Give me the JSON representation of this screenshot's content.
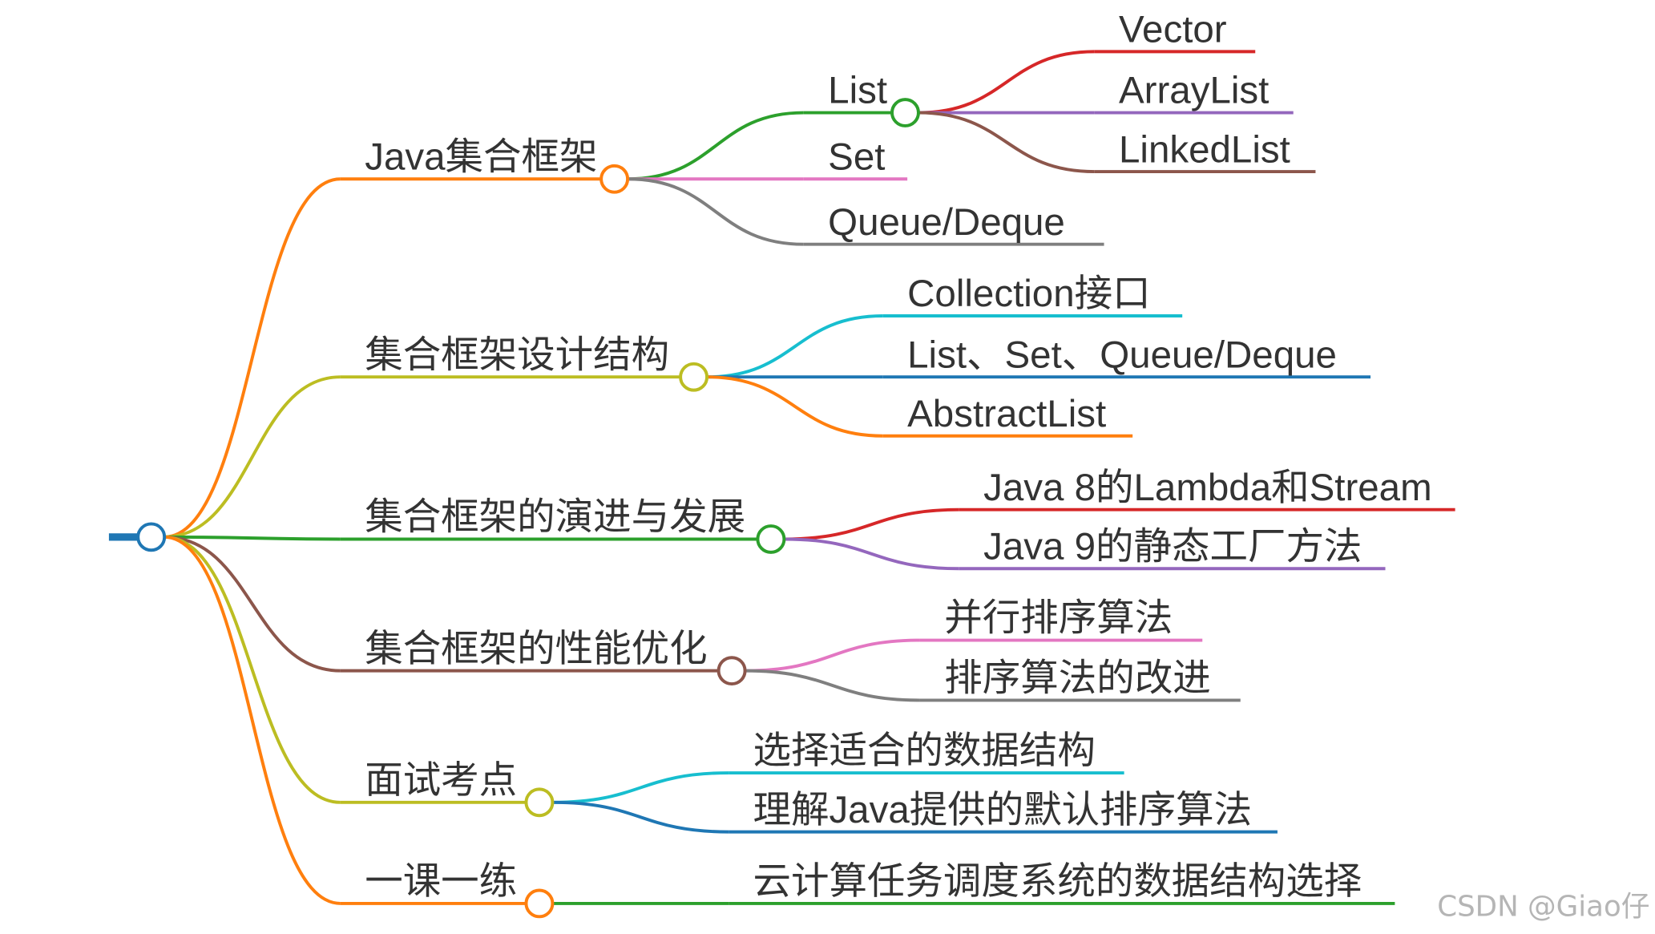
{
  "mindmap": {
    "root": {
      "color": "#1f77b4"
    },
    "branches": [
      {
        "label": "Java集合框架",
        "color": "#ff7f0e",
        "children": [
          {
            "label": "List",
            "color": "#2ca02c",
            "children": [
              {
                "label": "Vector",
                "color": "#d62728"
              },
              {
                "label": "ArrayList",
                "color": "#9467bd"
              },
              {
                "label": "LinkedList",
                "color": "#8c564b"
              }
            ]
          },
          {
            "label": "Set",
            "color": "#e377c2"
          },
          {
            "label": "Queue/Deque",
            "color": "#7f7f7f"
          }
        ]
      },
      {
        "label": "集合框架设计结构",
        "color": "#bcbd22",
        "children": [
          {
            "label": "Collection接口",
            "color": "#17becf"
          },
          {
            "label": "List、Set、Queue/Deque",
            "color": "#1f77b4"
          },
          {
            "label": "AbstractList",
            "color": "#ff7f0e"
          }
        ]
      },
      {
        "label": "集合框架的演进与发展",
        "color": "#2ca02c",
        "children": [
          {
            "label": "Java 8的Lambda和Stream",
            "color": "#d62728"
          },
          {
            "label": "Java 9的静态工厂方法",
            "color": "#9467bd"
          }
        ]
      },
      {
        "label": "集合框架的性能优化",
        "color": "#8c564b",
        "children": [
          {
            "label": "并行排序算法",
            "color": "#e377c2"
          },
          {
            "label": "排序算法的改进",
            "color": "#7f7f7f"
          }
        ]
      },
      {
        "label": "面试考点",
        "color": "#bcbd22",
        "children": [
          {
            "label": "选择适合的数据结构",
            "color": "#17becf"
          },
          {
            "label": "理解Java提供的默认排序算法",
            "color": "#1f77b4"
          }
        ]
      },
      {
        "label": "一课一练",
        "color": "#ff7f0e",
        "children": [
          {
            "label": "云计算任务调度系统的数据结构选择",
            "color": "#2ca02c"
          }
        ]
      }
    ]
  },
  "watermark": "CSDN @Giao仔",
  "styles": {
    "text_color": "#333333",
    "node_fill": "#ffffff",
    "watermark_color": "#b5b5b5"
  }
}
